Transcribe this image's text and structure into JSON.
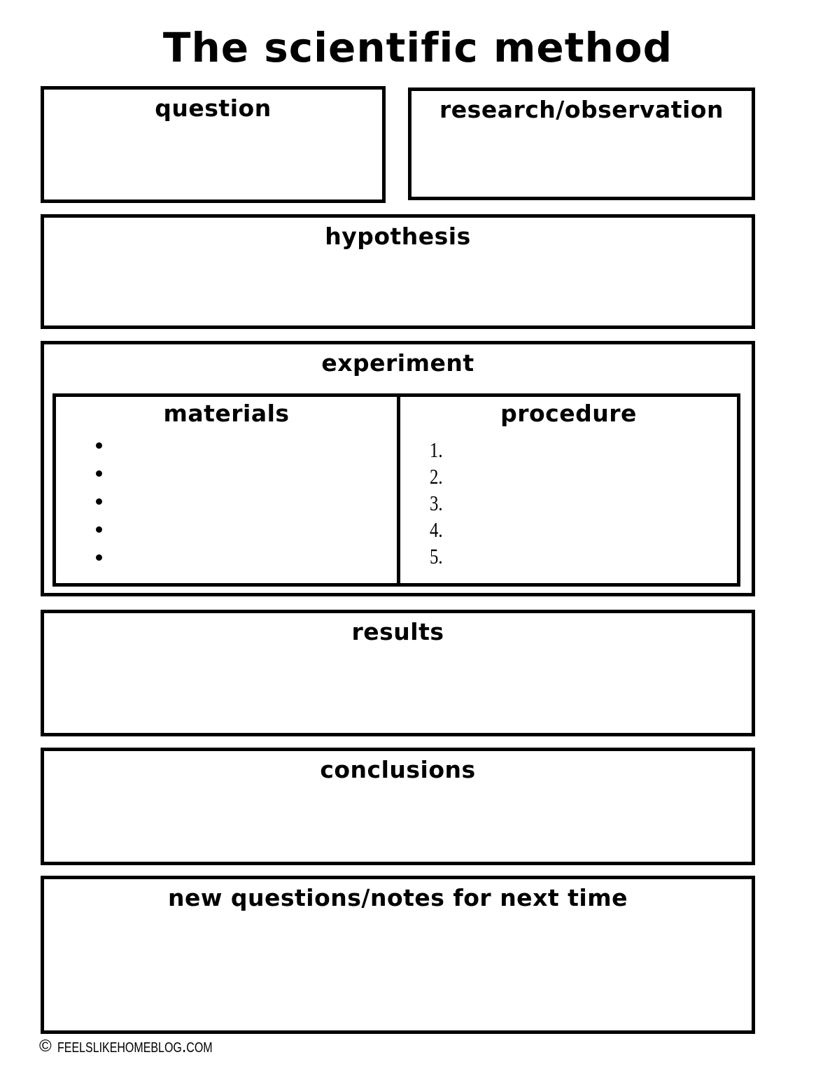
{
  "title": "The scientific method",
  "sections": {
    "question": {
      "label": "question"
    },
    "research": {
      "label": "research/observation"
    },
    "hypothesis": {
      "label": "hypothesis"
    },
    "experiment": {
      "label": "experiment",
      "materials": {
        "label": "materials",
        "bullets": [
          "•",
          "•",
          "•",
          "•",
          "•"
        ]
      },
      "procedure": {
        "label": "procedure",
        "items": [
          "1.",
          "2.",
          "3.",
          "4.",
          "5."
        ]
      }
    },
    "results": {
      "label": "results"
    },
    "conclusions": {
      "label": "conclusions"
    },
    "new_questions": {
      "label": "new questions/notes for next time"
    }
  },
  "footer": {
    "copyright_symbol": "©",
    "site": "feelslikehomeblog.com"
  },
  "colors": {
    "ink": "#000000",
    "paper": "#ffffff"
  }
}
